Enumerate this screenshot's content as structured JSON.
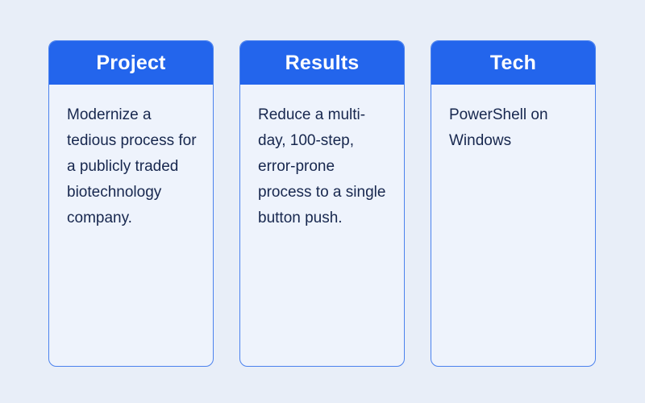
{
  "page": {
    "background_color": "#e8eef8"
  },
  "theme": {
    "header_bg": "#2365ec",
    "header_text_color": "#ffffff",
    "card_bg": "#eef3fc",
    "card_border_color": "#4b82ee",
    "body_text_color": "#17274e"
  },
  "cards": [
    {
      "title": "Project",
      "body": "Modernize a tedious process for a publicly traded biotechnology company."
    },
    {
      "title": "Results",
      "body": "Reduce a multi-day, 100-step, error-prone process to a single button push."
    },
    {
      "title": "Tech",
      "body": "PowerShell on Windows"
    }
  ]
}
